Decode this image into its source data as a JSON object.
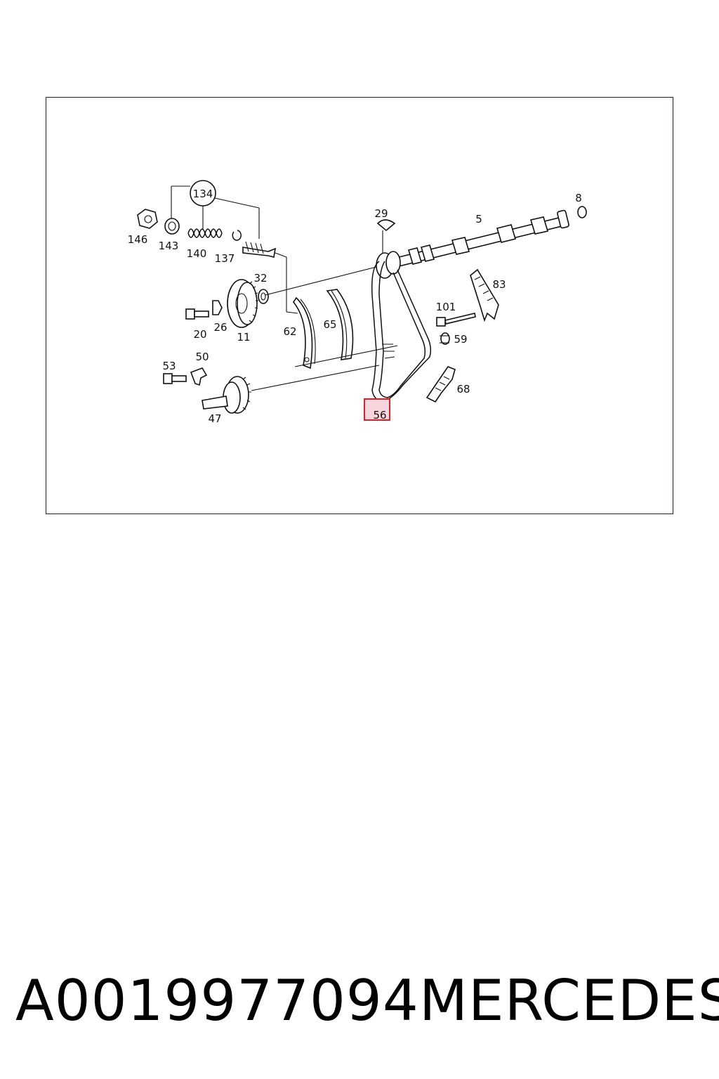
{
  "diagram": {
    "callouts": {
      "c134": "134",
      "c146": "146",
      "c143": "143",
      "c140": "140",
      "c137": "137",
      "c32": "32",
      "c29": "29",
      "c5": "5",
      "c8": "8",
      "c83": "83",
      "c101": "101",
      "c59": "59",
      "c20": "20",
      "c26": "26",
      "c11": "11",
      "c62": "62",
      "c65": "65",
      "c53": "53",
      "c50": "50",
      "c47": "47",
      "c68": "68",
      "c56": "56"
    },
    "highlighted_callout": "56",
    "highlight_color": "#e0202a"
  },
  "footer": {
    "part_number": "A0019977094",
    "brand": "MERCEDES"
  }
}
